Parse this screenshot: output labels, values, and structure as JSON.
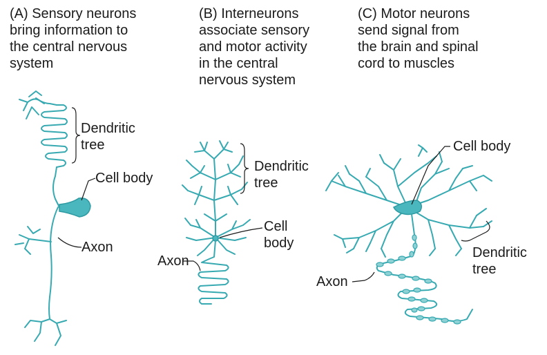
{
  "panels": {
    "a": {
      "caption": "(A) Sensory neurons\nbring information to\nthe central nervous\nsystem",
      "dendritic_tree": "Dendritic\ntree",
      "cell_body": "Cell body",
      "axon": "Axon"
    },
    "b": {
      "caption": "(B) Interneurons\nassociate sensory\nand motor activity\nin the central\nnervous system",
      "dendritic_tree": "Dendritic\ntree",
      "cell_body": "Cell\nbody",
      "axon": "Axon"
    },
    "c": {
      "caption": "(C) Motor neurons\nsend signal from\nthe brain and spinal\ncord to muscles",
      "cell_body": "Cell body",
      "dendritic_tree": "Dendritic\ntree",
      "axon": "Axon"
    }
  },
  "colors": {
    "neuron": "#36a9b1",
    "soma": "#49b7bd",
    "text": "#1a1a1a"
  }
}
